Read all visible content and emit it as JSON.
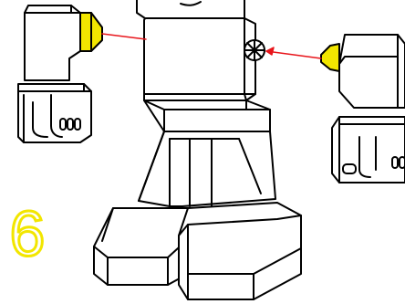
{
  "diagram": {
    "step_number": "6",
    "colors": {
      "outline": "#000000",
      "fill": "#ffffff",
      "connector": "#f2e600",
      "arrow": "#e8151b",
      "step_number": "#f2e600"
    },
    "icons": [
      "robot-body",
      "left-arm-piece",
      "right-arm-piece",
      "yellow-connector",
      "gear-socket",
      "red-guide-arrow"
    ]
  }
}
